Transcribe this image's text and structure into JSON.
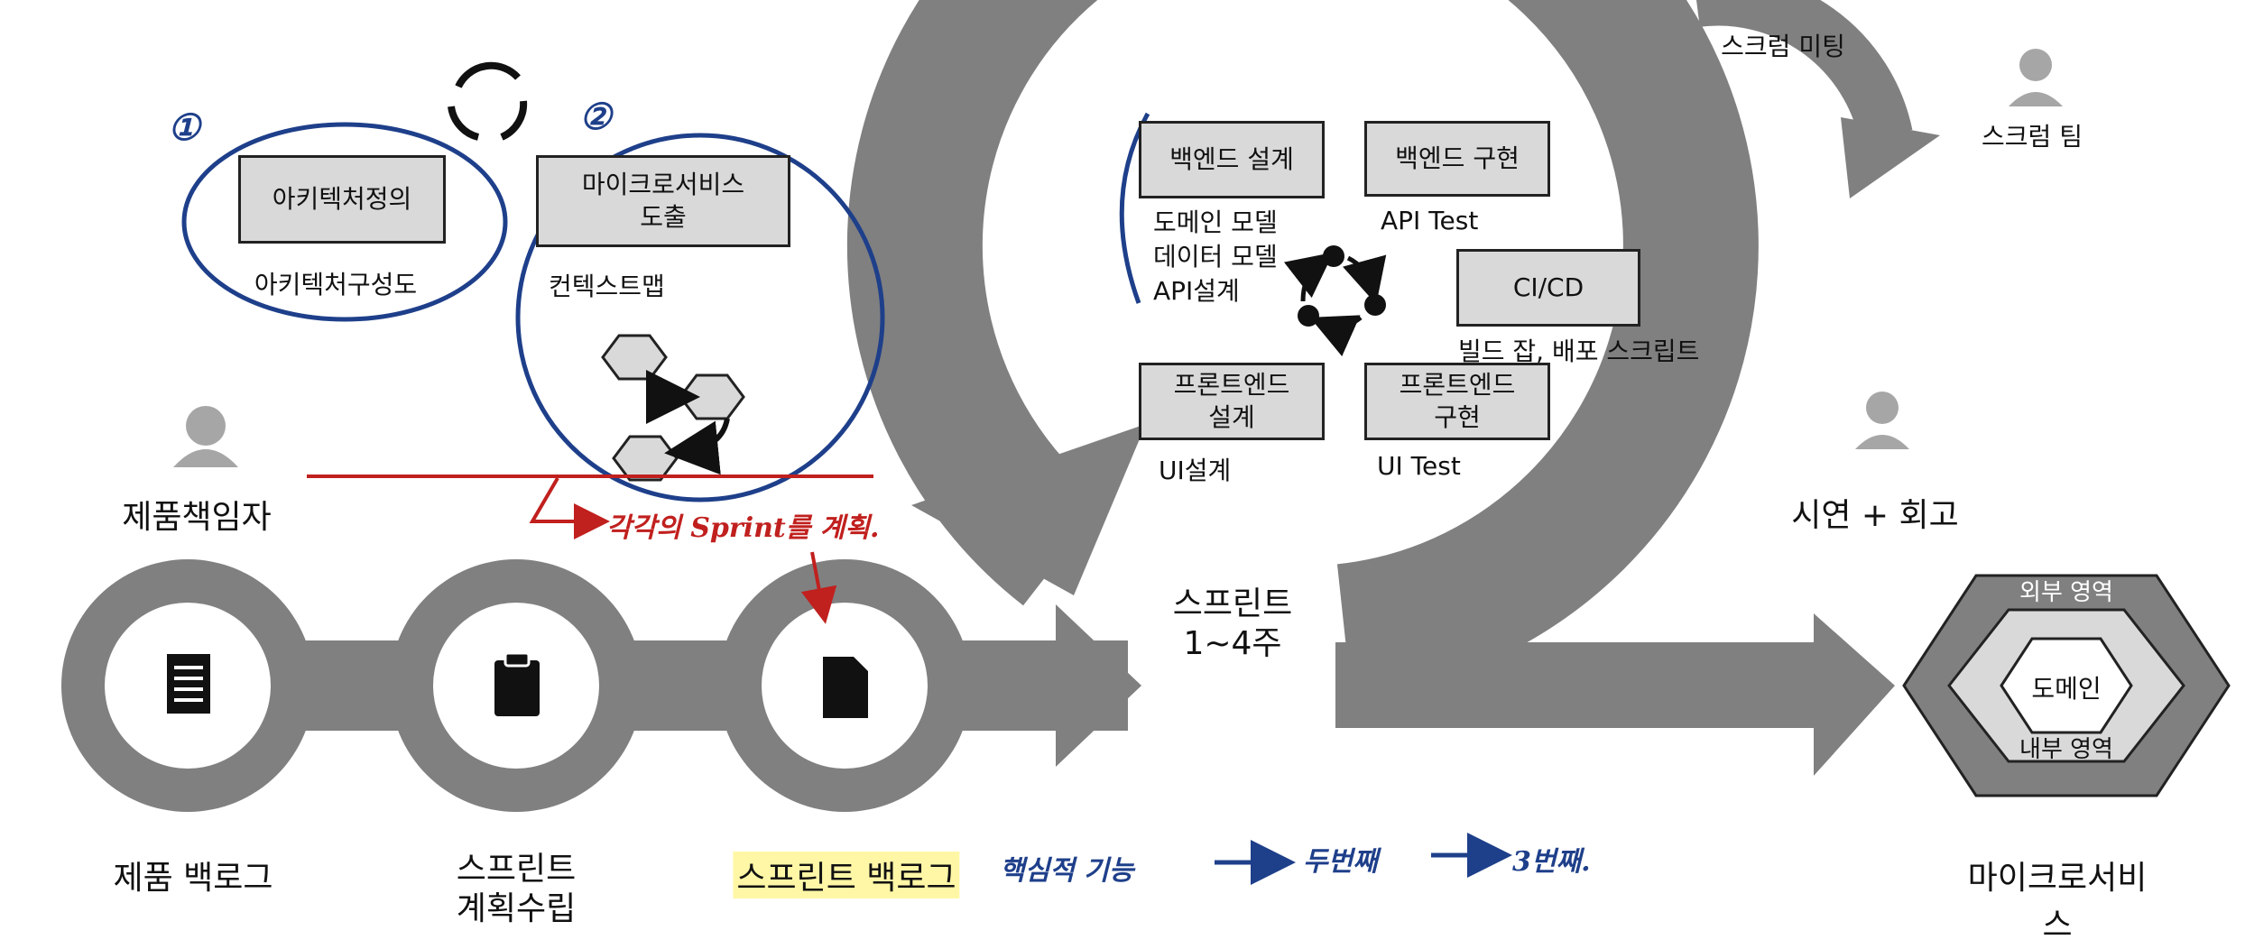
{
  "roles": {
    "product_owner": "제품책임자",
    "scrum_meeting": "스크럼 미팅",
    "scrum_team": "스크럼 팀",
    "demo_retro": "시연 + 회고"
  },
  "pipeline": {
    "product_backlog": "제품 백로그",
    "sprint_planning": "스프린트\n계획수립",
    "sprint_backlog": "스프린트 백로그",
    "sprint": "스프린트\n1~4주",
    "microservice": "마이크로서비스"
  },
  "architecture": {
    "step1_marker": "①",
    "step2_marker": "②",
    "definition_box": "아키텍처정의",
    "diagram_label": "아키텍처구성도",
    "derivation_box": "마이크로서비스\n도출",
    "context_map_label": "컨텍스트맵"
  },
  "sprint_tasks": {
    "backend_design": "백엔드 설계",
    "backend_design_notes": "도메인 모델\n데이터 모델\nAPI설계",
    "backend_impl": "백엔드 구현",
    "backend_impl_note": "API Test",
    "cicd": "CI/CD",
    "cicd_note": "빌드 잡, 배포 스크립트",
    "frontend_design": "프론트엔드\n설계",
    "frontend_design_note": "UI설계",
    "frontend_impl": "프론트엔드\n구현",
    "frontend_impl_note": "UI Test"
  },
  "hexagon": {
    "outer": "외부 영역",
    "core": "도메인",
    "inner": "내부 영역"
  },
  "annotations": {
    "red_note": "각각의 Sprint를 계획.",
    "blue_note_1": "핵심적 기능",
    "blue_note_2": "두번째",
    "blue_note_3": "3번째."
  },
  "colors": {
    "arrow_gray": "#808080",
    "dark_gray": "#666666",
    "box_fill": "#d9d9d9",
    "annotation_blue": "#1e3f8a",
    "annotation_red": "#c0201e",
    "highlight": "#fff7a6",
    "icon_gray": "#a6a6a6"
  },
  "icons": [
    "person-icon",
    "refresh-cycle-icon",
    "document-lines-icon",
    "clipboard-icon",
    "document-icon",
    "hexagon-chain-icon",
    "cycle-dots-icon"
  ]
}
